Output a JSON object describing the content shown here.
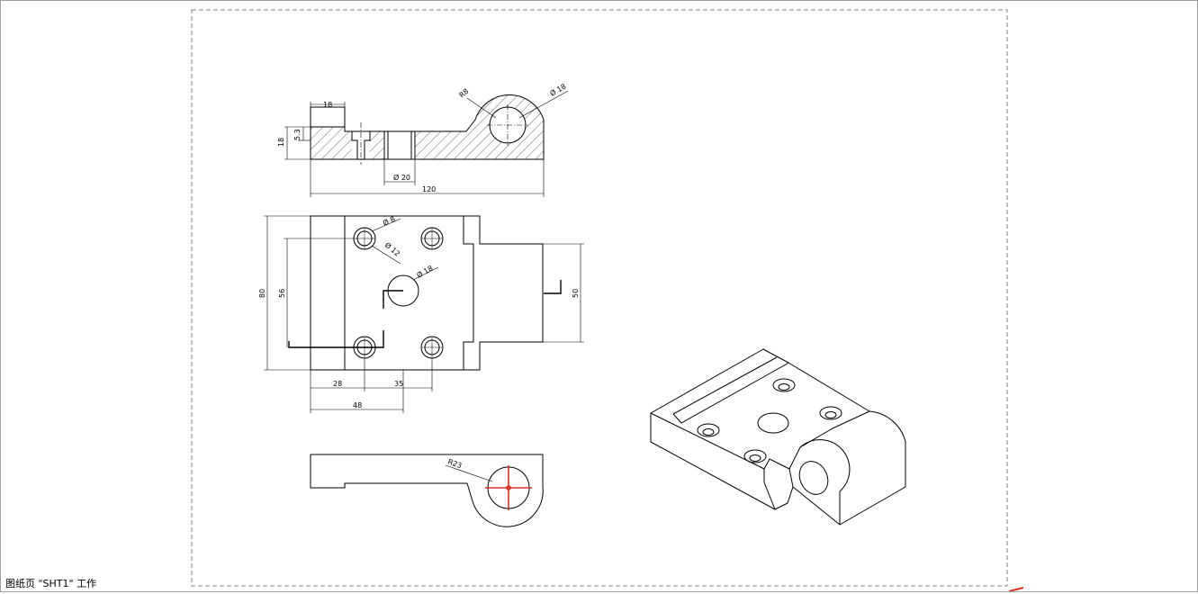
{
  "status_bar": {
    "text": "图纸页 \"SHT1\" 工作"
  },
  "dimensions": {
    "top_width_18": "18",
    "height_5_3": "5.3",
    "height_18": "18",
    "diam_20": "Ø 20",
    "length_120": "120",
    "r18": "R8",
    "diam_18_top": "Ø 18",
    "diam_8": "Ø 8",
    "diam_12": "Ø 12",
    "diam_18_mid": "Ø 18",
    "height_80": "80",
    "height_56": "56",
    "height_50": "50",
    "width_28": "28",
    "width_35": "35",
    "width_48": "48",
    "r23": "R23"
  },
  "colors": {
    "line": "#000000",
    "sheet_border": "#808080",
    "cursor": "#e03020",
    "hatch": "#000000"
  }
}
